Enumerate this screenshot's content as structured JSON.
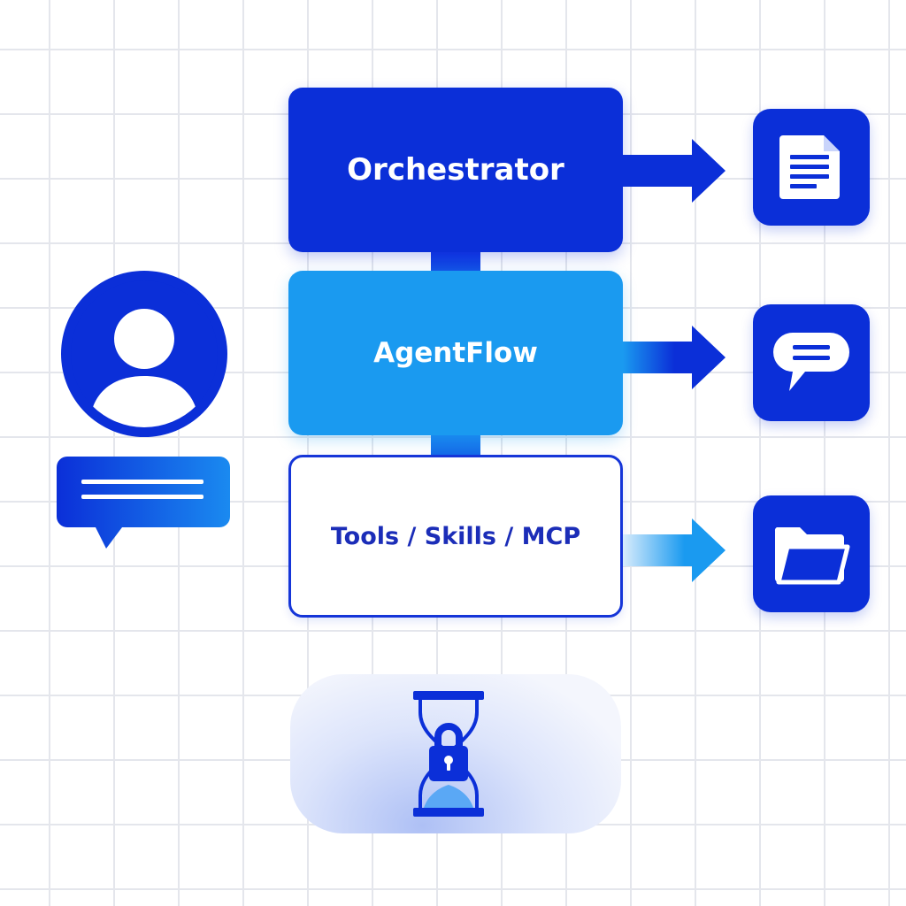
{
  "diagram": {
    "nodes": {
      "orchestrator": "Orchestrator",
      "agentflow": "AgentFlow",
      "tools": "Tools / Skills / MCP"
    },
    "icons": {
      "user": "user-avatar-icon",
      "user_message": "chat-bubble-icon",
      "outputs": [
        "document-icon",
        "chat-bubble-icon",
        "folder-icon"
      ],
      "security": "hourglass-lock-icon"
    },
    "colors": {
      "primary": "#0b2fd8",
      "secondary": "#1a9af0",
      "outline": "#1535d8",
      "tools_text": "#1b2db8"
    }
  }
}
